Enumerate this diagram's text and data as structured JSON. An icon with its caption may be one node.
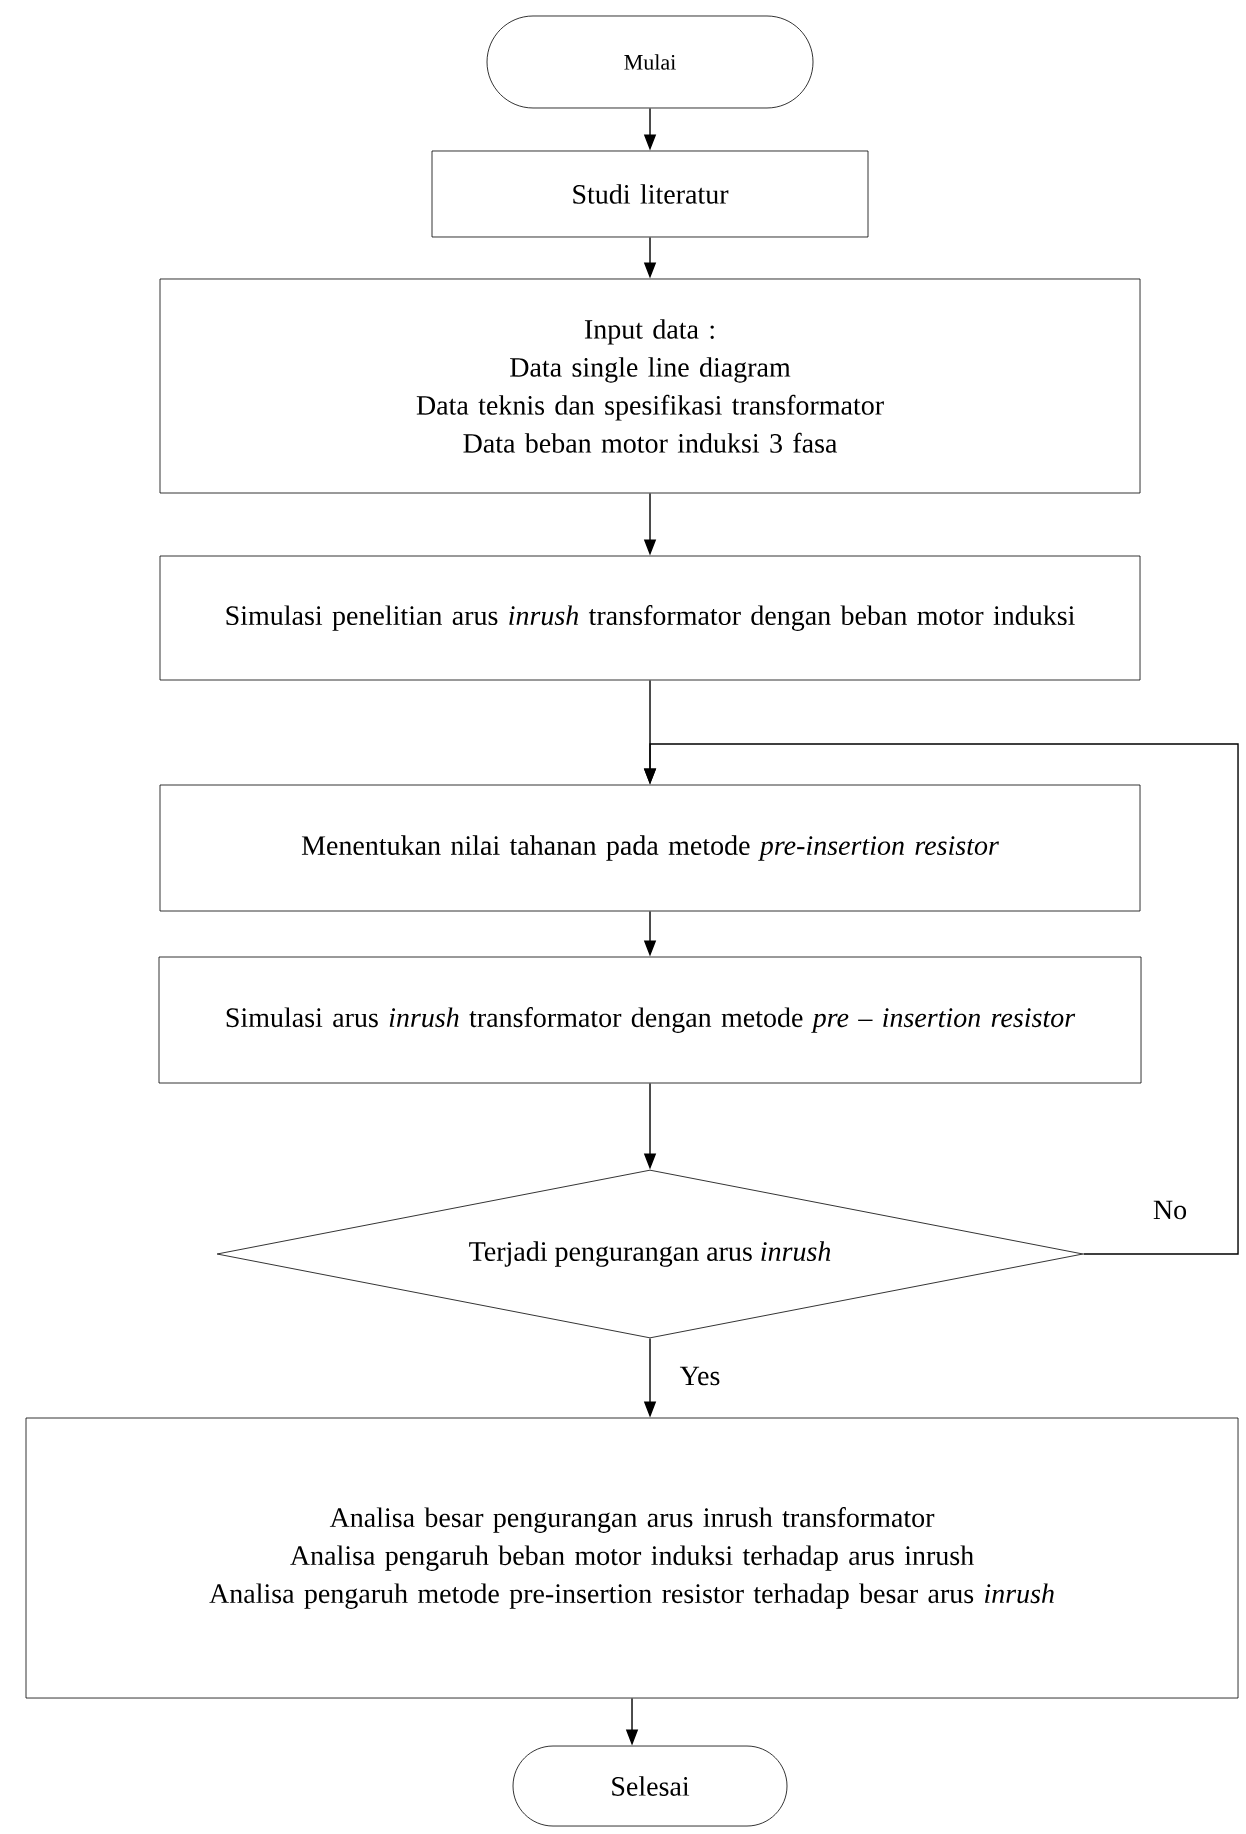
{
  "diagram": {
    "nodes": [
      {
        "text": [
          "Mulai"
        ]
      },
      {
        "text": [
          "Studi literatur"
        ]
      },
      {
        "text": [
          "Input data :",
          "Data single line diagram",
          "Data teknis dan spesifikasi transformator",
          "Data beban motor induksi 3 fasa"
        ]
      },
      {
        "text": [
          "Simulasi penelitian arus *inrush* transformator dengan beban motor induksi"
        ]
      },
      {
        "text": [
          "Menentukan nilai tahanan pada metode *pre-insertion resistor*"
        ]
      },
      {
        "text": [
          "Simulasi arus *inrush* transformator dengan metode *pre – insertion resistor*"
        ]
      },
      {
        "text": [
          "Terjadi pengurangan arus *inrush*"
        ]
      },
      {
        "text": [
          "Analisa besar pengurangan arus inrush transformator",
          "Analisa pengaruh beban motor induksi terhadap arus inrush",
          "Analisa pengaruh metode pre-insertion resistor terhadap besar arus *inrush*"
        ]
      },
      {
        "text": [
          "Selesai"
        ]
      }
    ],
    "edges": [
      {
        "from": 0,
        "to": 1,
        "arrow": "to"
      },
      {
        "from": 1,
        "to": 2,
        "arrow": "to"
      },
      {
        "from": 2,
        "to": 3,
        "arrow": "to"
      },
      {
        "from": 3,
        "to": 4,
        "arrow": "to"
      },
      {
        "from": 4,
        "to": 5,
        "arrow": "to"
      },
      {
        "from": 5,
        "to": 6,
        "arrow": "to"
      },
      {
        "from": 6,
        "to": 4,
        "arrow": "to",
        "label": "No"
      },
      {
        "from": 6,
        "to": 7,
        "arrow": "to",
        "label": "Yes"
      },
      {
        "from": 7,
        "to": 8,
        "arrow": "to"
      }
    ]
  }
}
